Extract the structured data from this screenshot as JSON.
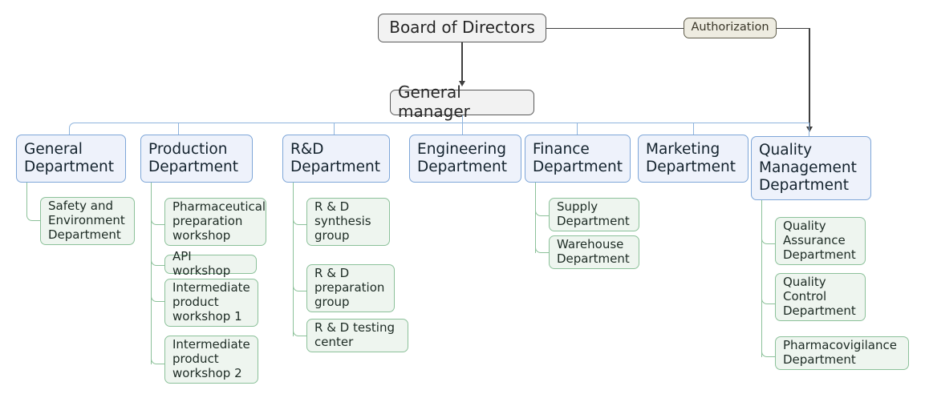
{
  "diagram": {
    "title": "Pharmaceutical Company Organizational Chart",
    "colors": {
      "root_fill": "#f2f2f2",
      "root_stroke": "#5a5a5a",
      "auth_fill": "#eeece1",
      "auth_stroke": "#5f5c4a",
      "dept_fill": "#eef2fb",
      "dept_stroke": "#7ea6d8",
      "sub_fill": "#eef5ef",
      "sub_stroke": "#8cc19a",
      "connector_dark": "#3f3f3f",
      "connector_blue": "#8fb4dd",
      "connector_green": "#8cc19a"
    },
    "root": {
      "label": "Board of Directors"
    },
    "authorization": {
      "label": "Authorization"
    },
    "general_manager": {
      "label": "General manager"
    },
    "departments": [
      {
        "id": "general",
        "label": "General\nDepartment",
        "children": [
          {
            "label": "Safety and\nEnvironment\nDepartment"
          }
        ]
      },
      {
        "id": "production",
        "label": "Production\nDepartment",
        "children": [
          {
            "label": "Pharmaceutical\npreparation\nworkshop"
          },
          {
            "label": "API workshop"
          },
          {
            "label": "Intermediate\nproduct\nworkshop 1"
          },
          {
            "label": "Intermediate\nproduct\nworkshop 2"
          }
        ]
      },
      {
        "id": "rnd",
        "label": "R&D\nDepartment",
        "children": [
          {
            "label": "R & D\nsynthesis\ngroup"
          },
          {
            "label": "R & D\npreparation\ngroup"
          },
          {
            "label": "R & D testing\ncenter"
          }
        ]
      },
      {
        "id": "engineering",
        "label": "Engineering\nDepartment",
        "children": []
      },
      {
        "id": "finance",
        "label": "Finance\nDepartment",
        "children": [
          {
            "label": "Supply\nDepartment"
          },
          {
            "label": "Warehouse\nDepartment"
          }
        ]
      },
      {
        "id": "marketing",
        "label": "Marketing\nDepartment",
        "children": []
      },
      {
        "id": "quality",
        "label": "Quality\nManagement\nDepartment",
        "children": [
          {
            "label": "Quality\nAssurance\nDepartment"
          },
          {
            "label": "Quality\nControl\nDepartment"
          },
          {
            "label": "Pharmacovigilance\nDepartment"
          }
        ]
      }
    ]
  }
}
